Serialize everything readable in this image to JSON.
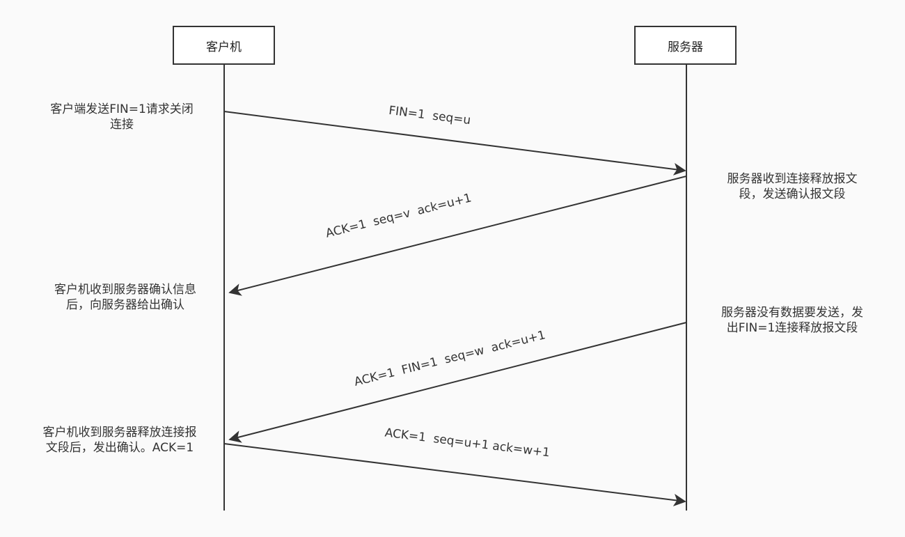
{
  "participants": {
    "client": "客户机",
    "server": "服务器"
  },
  "notes": {
    "client_send_fin_line1": "客户端发送FIN=1请求关闭",
    "client_send_fin_line2": "连接",
    "server_recv_fin_line1": "服务器收到连接释放报文",
    "server_recv_fin_line2": "段，发送确认报文段",
    "client_recv_ack_line1": "客户机收到服务器确认信息",
    "client_recv_ack_line2": "后，向服务器给出确认",
    "server_send_fin_line1": "服务器没有数据要发送，发",
    "server_send_fin_line2": "出FIN=1连接释放报文段",
    "client_recv_fin_line1": "客户机收到服务器释放连接报",
    "client_recv_fin_line2": "文段后，发出确认。ACK=1"
  },
  "messages": {
    "m1": "FIN=1  seq=u",
    "m2": "ACK=1  seq=v  ack=u+1",
    "m3": "ACK=1  FIN=1  seq=w  ack=u+1",
    "m4": "ACK=1  seq=u+1 ack=w+1"
  },
  "colors": {
    "line": "#333333",
    "background": "#fafafa"
  }
}
